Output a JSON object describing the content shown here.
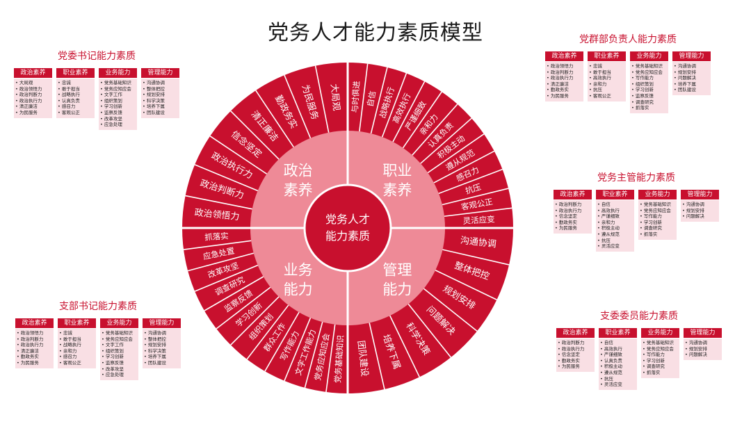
{
  "title": "党务人才能力素质模型",
  "center": {
    "line1": "党务人才",
    "line2": "能力素质"
  },
  "colors": {
    "red": "#c8102e",
    "pink_ring": "#ee8a97",
    "light": "#f9dfe4"
  },
  "quadrants": [
    {
      "label1": "政治",
      "label2": "素养",
      "start": 270,
      "end": 360,
      "items": [
        "政治领悟力",
        "政治判断力",
        "政治执行力",
        "信念坚定",
        "清正廉洁",
        "勤政务实",
        "为民服务",
        "大局观"
      ]
    },
    {
      "label1": "职业",
      "label2": "素养",
      "start": 0,
      "end": 90,
      "items": [
        "与时俱进",
        "自信",
        "战略执行",
        "高效执行",
        "严谨细致",
        "亲和力",
        "认真负责",
        "积极主动",
        "遵从规范",
        "感召力",
        "抗压",
        "客观公正",
        "灵活应变"
      ]
    },
    {
      "label1": "管理",
      "label2": "能力",
      "start": 90,
      "end": 180,
      "items": [
        "沟通协调",
        "整体把控",
        "规划安排",
        "问题解决",
        "科学决策",
        "培养下属",
        "团队建设"
      ]
    },
    {
      "label1": "业务",
      "label2": "能力",
      "start": 180,
      "end": 270,
      "items": [
        "党务基础知识",
        "党务应知应会",
        "文字工作能力",
        "写作能力",
        "群众工作",
        "组织策划",
        "学习创新",
        "监察反馈",
        "调查研究",
        "改革攻坚",
        "应急处置",
        "抓落实"
      ]
    }
  ],
  "panels": [
    {
      "id": "secretary",
      "title": "党委书记能力素质",
      "columns": [
        {
          "head": "政治素养",
          "items": [
            "大局观",
            "政治领悟力",
            "政治判断力",
            "政治执行力",
            "清正廉洁",
            "为民服务"
          ]
        },
        {
          "head": "职业素养",
          "items": [
            "忠诚",
            "敢于担当",
            "战略执行",
            "认真负责",
            "感召力",
            "客观公正"
          ]
        },
        {
          "head": "业务能力",
          "items": [
            "党务基础知识",
            "党务应知应会",
            "文字工作",
            "组织策划",
            "学习创新",
            "监察反馈",
            "改革攻坚",
            "应急处理"
          ]
        },
        {
          "head": "管理能力",
          "items": [
            "沟通协调",
            "整体把控",
            "规划安排",
            "科学决策",
            "培养下属",
            "团队建设"
          ]
        }
      ]
    },
    {
      "id": "branch-secretary",
      "title": "支部书记能力素质",
      "columns": [
        {
          "head": "政治素养",
          "items": [
            "政治领悟力",
            "政治判断力",
            "政治执行力",
            "清正廉洁",
            "勤政务实",
            "为民服务"
          ]
        },
        {
          "head": "职业素养",
          "items": [
            "忠诚",
            "敢于担当",
            "战略执行",
            "亲和力",
            "感召力",
            "客观公正"
          ]
        },
        {
          "head": "业务能力",
          "items": [
            "党务基础知识",
            "党务应知应会",
            "文字工作",
            "组织策划",
            "学习创新",
            "监察反馈",
            "改革攻坚",
            "应急处理"
          ]
        },
        {
          "head": "管理能力",
          "items": [
            "沟通协调",
            "整体把控",
            "规划安排",
            "科学决策",
            "培养下属",
            "团队建设"
          ]
        }
      ]
    },
    {
      "id": "mass-dept",
      "title": "党群部负责人能力素质",
      "columns": [
        {
          "head": "政治素养",
          "items": [
            "政治领悟力",
            "政治判断力",
            "政治执行力",
            "清正廉洁",
            "勤政务实",
            "为民服务"
          ]
        },
        {
          "head": "职业素养",
          "items": [
            "忠诚",
            "敢于担当",
            "高效执行",
            "亲和力",
            "抗压",
            "客观公正"
          ]
        },
        {
          "head": "业务能力",
          "items": [
            "党务基础知识",
            "党务应知应会",
            "写作能力",
            "组织策划",
            "学习创新",
            "监察反馈",
            "调查研究",
            "抓落实"
          ]
        },
        {
          "head": "管理能力",
          "items": [
            "沟通协调",
            "规划安排",
            "问题解决",
            "培养下属",
            "团队建设"
          ]
        }
      ]
    },
    {
      "id": "supervisor",
      "title": "党务主管能力素质",
      "columns": [
        {
          "head": "政治素养",
          "items": [
            "政治判断力",
            "政治执行力",
            "信念坚定",
            "勤政务实",
            "为民服务"
          ]
        },
        {
          "head": "职业素养",
          "items": [
            "自信",
            "高效执行",
            "严谨细致",
            "亲和力",
            "积极主动",
            "遵从规范",
            "抗压",
            "灵活应变"
          ]
        },
        {
          "head": "业务能力",
          "items": [
            "党务基础知识",
            "党务应知应会",
            "写作能力",
            "学习创新",
            "调查研究",
            "抓落实"
          ]
        },
        {
          "head": "管理能力",
          "items": [
            "沟通协调",
            "规划安排",
            "问题解决"
          ]
        }
      ]
    },
    {
      "id": "committee",
      "title": "支委委员能力素质",
      "columns": [
        {
          "head": "政治素养",
          "items": [
            "政治判断力",
            "政治执行力",
            "信念坚定",
            "勤政务实",
            "为民服务"
          ]
        },
        {
          "head": "职业素养",
          "items": [
            "自信",
            "高效执行",
            "严谨细致",
            "认真负责",
            "积极主动",
            "遵从规范",
            "抗压",
            "灵活应变"
          ]
        },
        {
          "head": "业务能力",
          "items": [
            "党务基础知识",
            "党务应知应会",
            "写作能力",
            "学习创新",
            "调查研究",
            "抓落实"
          ]
        },
        {
          "head": "管理能力",
          "items": [
            "沟通协调",
            "规划安排",
            "问题解决"
          ]
        }
      ]
    }
  ]
}
